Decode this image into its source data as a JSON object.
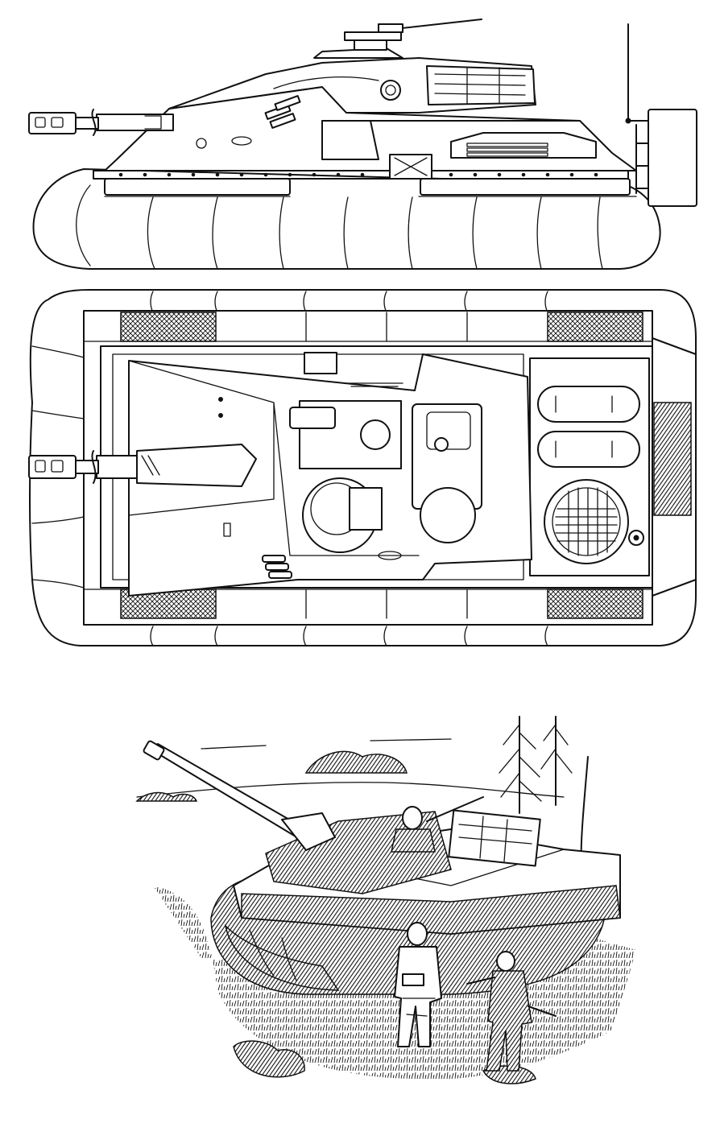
{
  "drawing": {
    "views": [
      "side-elevation",
      "top-plan",
      "field-scene"
    ],
    "ink_color": "#111111",
    "paper_color": "#ffffff"
  }
}
